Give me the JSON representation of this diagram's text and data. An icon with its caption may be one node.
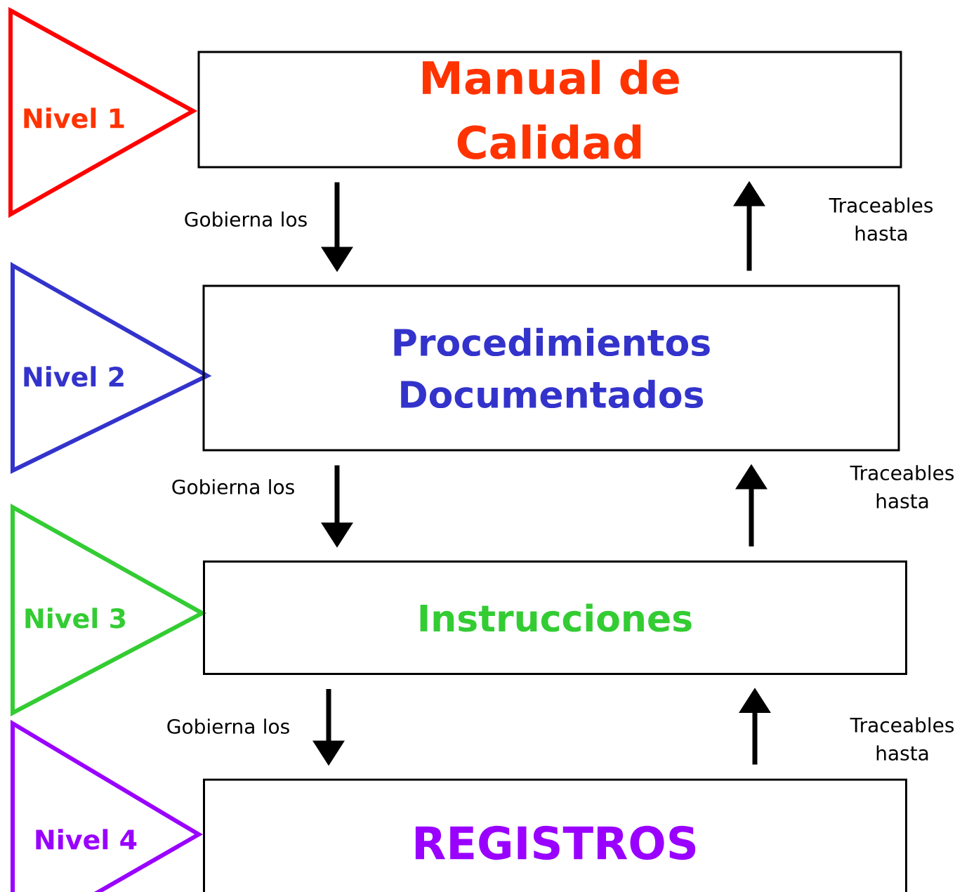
{
  "diagram": {
    "nodes": [
      {
        "text": [
          "Nivel 1"
        ]
      },
      {
        "text": [
          "Manual de Calidad"
        ]
      },
      {
        "text": [
          "Nivel 2"
        ]
      },
      {
        "text": [
          "Procedimientos Documentados"
        ]
      },
      {
        "text": [
          "Nivel 3"
        ]
      },
      {
        "text": [
          "Instrucciones"
        ]
      },
      {
        "text": [
          "Nivel 4"
        ]
      },
      {
        "text": [
          "REGISTROS"
        ]
      }
    ],
    "edges": [
      {
        "from": 1,
        "to": 3,
        "arrow": "to",
        "label": "Gobierna los"
      },
      {
        "from": 3,
        "to": 1,
        "arrow": "to",
        "label": "Traceables hasta"
      },
      {
        "from": 3,
        "to": 5,
        "arrow": "to",
        "label": "Gobierna los"
      },
      {
        "from": 5,
        "to": 3,
        "arrow": "to",
        "label": "Traceables hasta"
      },
      {
        "from": 5,
        "to": 7,
        "arrow": "to",
        "label": "Gobierna los"
      },
      {
        "from": 7,
        "to": 5,
        "arrow": "to",
        "label": "Traceables hasta"
      }
    ]
  }
}
